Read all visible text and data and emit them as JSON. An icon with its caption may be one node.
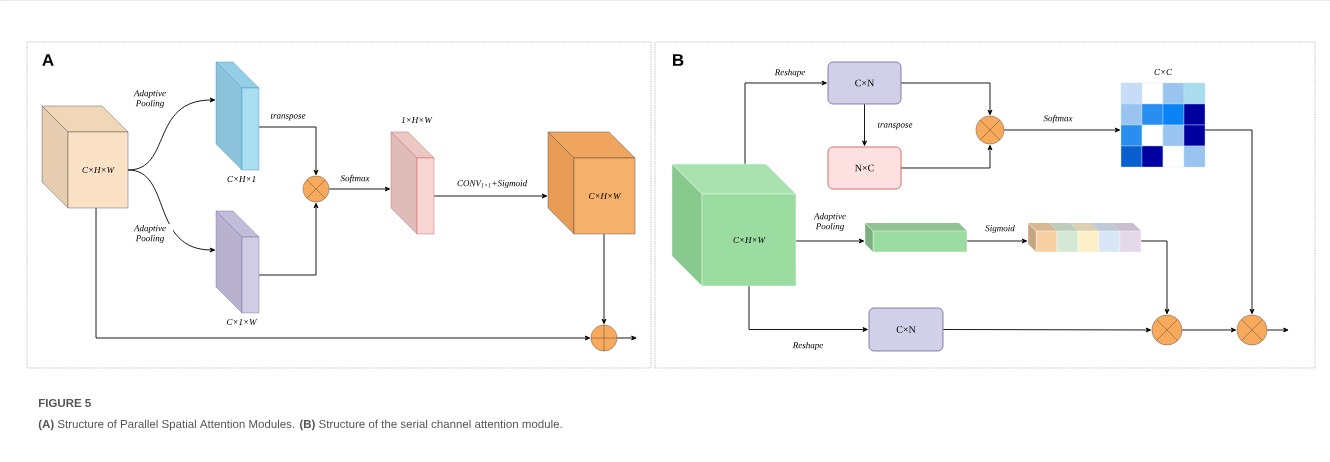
{
  "diagram": {
    "title": "FIGURE 5",
    "caption": "**(A)** Structure of Parallel Spatial Attention Modules. **(B)** Structure of the serial channel attention module.",
    "nodes": [
      {
        "text": [
          "A"
        ]
      },
      {
        "text": [
          "C×H×W"
        ],
        "in": 0
      },
      {
        "text": [
          "C×H×1"
        ],
        "in": 0
      },
      {
        "text": [
          "C×1×W"
        ],
        "in": 0
      },
      {
        "text": [],
        "shape": "circle",
        "in": 0
      },
      {
        "text": [
          "1×H×W"
        ],
        "in": 0
      },
      {
        "text": [
          "C×H×W"
        ],
        "in": 0
      },
      {
        "text": [],
        "shape": "circle",
        "in": 0
      },
      {
        "text": [
          "B"
        ]
      },
      {
        "text": [
          "C×H×W"
        ],
        "in": 8
      },
      {
        "text": [
          "C×N"
        ],
        "in": 8
      },
      {
        "text": [
          "N×C"
        ],
        "in": 8
      },
      {
        "text": [],
        "shape": "circle",
        "in": 8
      },
      {
        "text": [
          "C×C"
        ],
        "in": 8
      },
      {
        "text": [],
        "shape": "bar",
        "in": 8
      },
      {
        "text": [],
        "shape": "bar",
        "in": 8
      },
      {
        "text": [
          "C×N"
        ],
        "in": 8
      },
      {
        "text": [],
        "shape": "circle",
        "in": 8
      },
      {
        "text": [],
        "shape": "circle",
        "in": 8
      }
    ],
    "edges": [
      {
        "from": 1,
        "to": 2,
        "arrow": "to",
        "label": "Adaptive Pooling"
      },
      {
        "from": 1,
        "to": 3,
        "arrow": "to",
        "label": "Adaptive Pooling"
      },
      {
        "from": 2,
        "to": 4,
        "arrow": "to",
        "label": "transpose"
      },
      {
        "from": 3,
        "to": 4,
        "arrow": "to"
      },
      {
        "from": 4,
        "to": 5,
        "arrow": "to",
        "label": "Softmax"
      },
      {
        "from": 5,
        "to": 6,
        "arrow": "to",
        "label": "CONV$_{1×1}$+Sigmoid"
      },
      {
        "from": 6,
        "to": 7,
        "arrow": "to"
      },
      {
        "from": 1,
        "to": 7,
        "arrow": "to"
      },
      {
        "from": 7,
        "to": null,
        "arrow": "to"
      },
      {
        "from": 9,
        "to": 10,
        "arrow": "to",
        "label": "Reshape"
      },
      {
        "from": 10,
        "to": 11,
        "arrow": "to",
        "label": "transpose"
      },
      {
        "from": 10,
        "to": 12,
        "arrow": "to"
      },
      {
        "from": 11,
        "to": 12,
        "arrow": "to"
      },
      {
        "from": 12,
        "to": 13,
        "arrow": "to",
        "label": "Softmax"
      },
      {
        "from": 9,
        "to": 14,
        "arrow": "to",
        "label": "Adaptive Pooling"
      },
      {
        "from": 14,
        "to": 15,
        "arrow": "to",
        "label": "Sigmoid"
      },
      {
        "from": 9,
        "to": 16,
        "arrow": "to",
        "label": "Reshape"
      },
      {
        "from": 16,
        "to": 17,
        "arrow": "to"
      },
      {
        "from": 15,
        "to": 17,
        "arrow": "to"
      },
      {
        "from": 17,
        "to": 18,
        "arrow": "to"
      },
      {
        "from": 13,
        "to": 18,
        "arrow": "to"
      },
      {
        "from": 18,
        "to": null,
        "arrow": "to"
      }
    ]
  }
}
